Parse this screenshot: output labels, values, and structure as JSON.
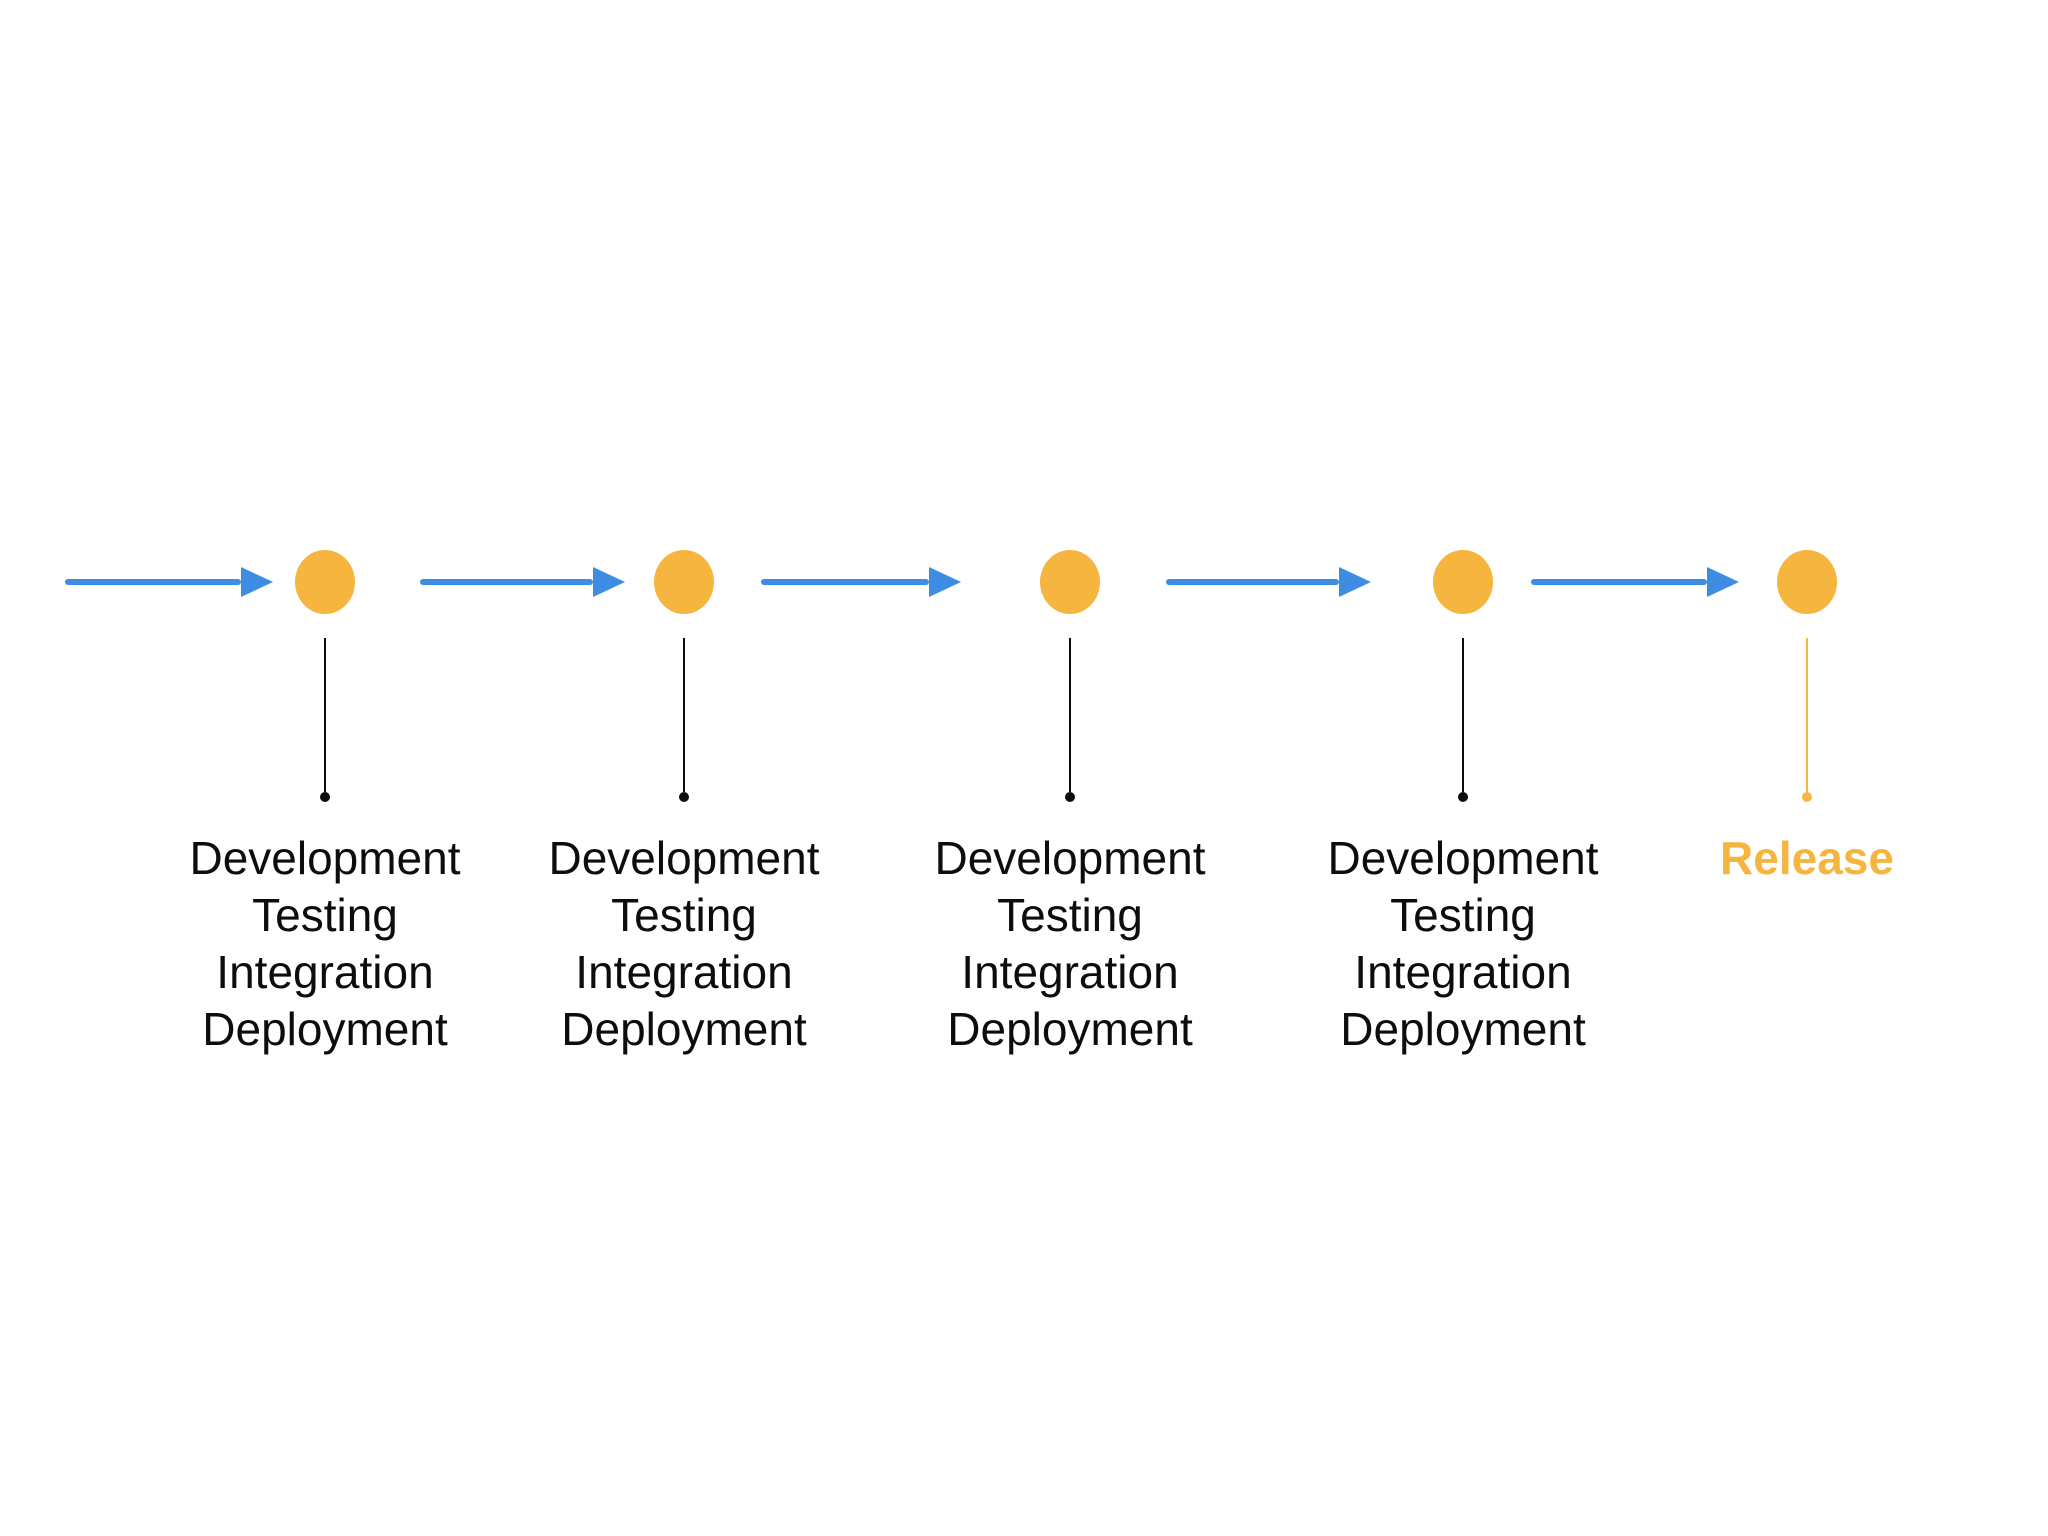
{
  "diagram": {
    "stages": [
      {
        "phases": [
          "Development",
          "Testing",
          "Integration",
          "Deployment"
        ]
      },
      {
        "phases": [
          "Development",
          "Testing",
          "Integration",
          "Deployment"
        ]
      },
      {
        "phases": [
          "Development",
          "Testing",
          "Integration",
          "Deployment"
        ]
      },
      {
        "phases": [
          "Development",
          "Testing",
          "Integration",
          "Deployment"
        ]
      },
      {
        "label": "Release"
      }
    ],
    "colors": {
      "node": "#F6B53E",
      "arrow": "#3E8DE3",
      "connector": "#0D0D0D",
      "label_text": "#0D0D0D",
      "release_accent": "#F6B53E",
      "background": "#FFFFFF"
    }
  }
}
